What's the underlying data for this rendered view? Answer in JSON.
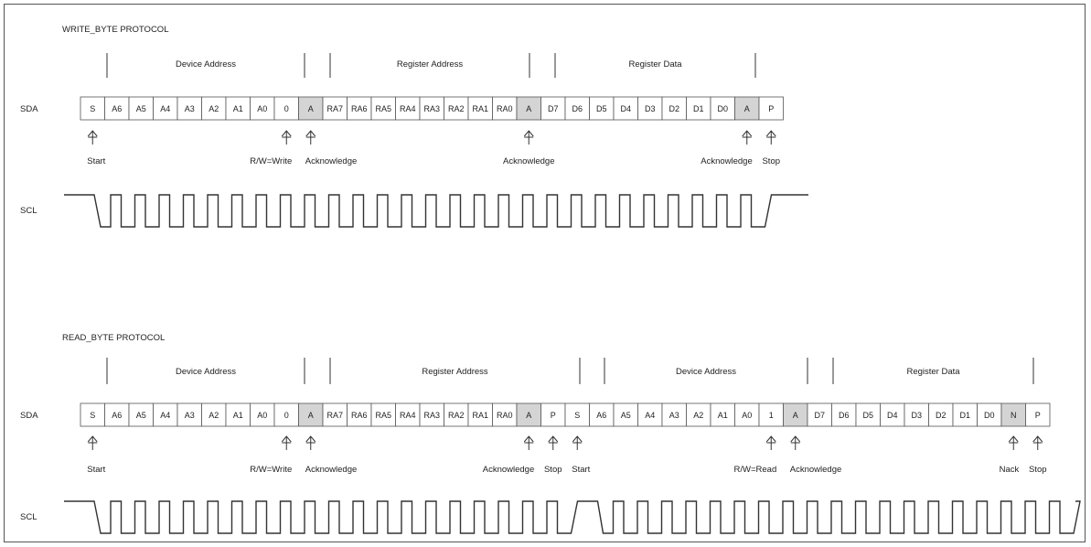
{
  "protocols": [
    {
      "title": "WRITE_BYTE PROTOCOL",
      "sda_label": "SDA",
      "scl_label": "SCL",
      "segments": [
        "Device Address",
        "Register Address",
        "Register Data"
      ],
      "cells": [
        {
          "t": "S"
        },
        {
          "t": "A6"
        },
        {
          "t": "A5"
        },
        {
          "t": "A4"
        },
        {
          "t": "A3"
        },
        {
          "t": "A2"
        },
        {
          "t": "A1"
        },
        {
          "t": "A0"
        },
        {
          "t": "0"
        },
        {
          "t": "A",
          "shade": true
        },
        {
          "t": "RA7"
        },
        {
          "t": "RA6"
        },
        {
          "t": "RA5"
        },
        {
          "t": "RA4"
        },
        {
          "t": "RA3"
        },
        {
          "t": "RA2"
        },
        {
          "t": "RA1"
        },
        {
          "t": "RA0"
        },
        {
          "t": "A",
          "shade": true
        },
        {
          "t": "D7"
        },
        {
          "t": "D6"
        },
        {
          "t": "D5"
        },
        {
          "t": "D4"
        },
        {
          "t": "D3"
        },
        {
          "t": "D2"
        },
        {
          "t": "D1"
        },
        {
          "t": "D0"
        },
        {
          "t": "A",
          "shade": true
        },
        {
          "t": "P"
        }
      ],
      "markers": [
        "Start",
        "R/W=Write",
        "Acknowledge",
        "Acknowledge",
        "Acknowledge",
        "Stop"
      ]
    },
    {
      "title": "READ_BYTE PROTOCOL",
      "sda_label": "SDA",
      "scl_label": "SCL",
      "segments": [
        "Device Address",
        "Register Address",
        "Device Address",
        "Register Data"
      ],
      "cells": [
        {
          "t": "S"
        },
        {
          "t": "A6"
        },
        {
          "t": "A5"
        },
        {
          "t": "A4"
        },
        {
          "t": "A3"
        },
        {
          "t": "A2"
        },
        {
          "t": "A1"
        },
        {
          "t": "A0"
        },
        {
          "t": "0"
        },
        {
          "t": "A",
          "shade": true
        },
        {
          "t": "RA7"
        },
        {
          "t": "RA6"
        },
        {
          "t": "RA5"
        },
        {
          "t": "RA4"
        },
        {
          "t": "RA3"
        },
        {
          "t": "RA2"
        },
        {
          "t": "RA1"
        },
        {
          "t": "RA0"
        },
        {
          "t": "A",
          "shade": true
        },
        {
          "t": "P"
        },
        {
          "t": "S"
        },
        {
          "t": "A6"
        },
        {
          "t": "A5"
        },
        {
          "t": "A4"
        },
        {
          "t": "A3"
        },
        {
          "t": "A2"
        },
        {
          "t": "A1"
        },
        {
          "t": "A0"
        },
        {
          "t": "1"
        },
        {
          "t": "A",
          "shade": true
        },
        {
          "t": "D7"
        },
        {
          "t": "D6"
        },
        {
          "t": "D5"
        },
        {
          "t": "D4"
        },
        {
          "t": "D3"
        },
        {
          "t": "D2"
        },
        {
          "t": "D1"
        },
        {
          "t": "D0"
        },
        {
          "t": "N",
          "shade": true
        },
        {
          "t": "P"
        }
      ],
      "markers": [
        "Start",
        "R/W=Write",
        "Acknowledge",
        "Acknowledge",
        "Stop",
        "Start",
        "R/W=Read",
        "Acknowledge",
        "Nack",
        "Stop"
      ]
    }
  ]
}
